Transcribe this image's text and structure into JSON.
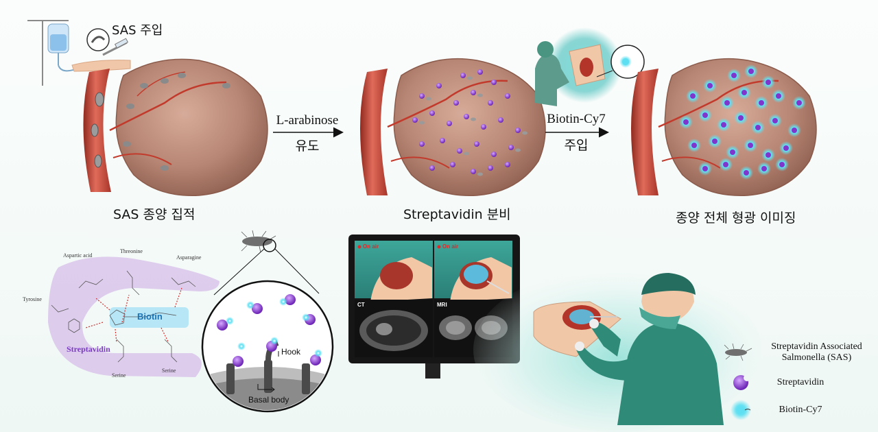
{
  "top": {
    "injection_label": "SAS 주입",
    "stage1_label": "SAS 종양 집적",
    "arrow1_top": "L-arabinose",
    "arrow1_bottom": "유도",
    "stage2_label": "Streptavidin 분비",
    "arrow2_top": "Biotin-Cy7",
    "arrow2_bottom": "주입",
    "stage3_label": "종양 전체 형광 이미징"
  },
  "chemistry": {
    "aspartic_acid": "Aspartic acid",
    "threonine": "Threonine",
    "asparagine": "Asparagine",
    "tyrosine": "Tyrosine",
    "biotin": "Biotin",
    "streptavidin": "Streptavidin",
    "serine_left": "Serine",
    "serine_right": "Serine"
  },
  "bacteria_zoom": {
    "hook": "Hook",
    "basal_body": "Basal body"
  },
  "monitor": {
    "on_air_left": "On air",
    "on_air_right": "On air",
    "ct": "CT",
    "mri": "MRI"
  },
  "legend": {
    "sas_line1": "Streptavidin Associated",
    "sas_line2": "Salmonella (SAS)",
    "streptavidin": "Streptavidin",
    "biotin_cy7": "Biotin-Cy7"
  },
  "colors": {
    "tumor": "#b98a78",
    "vessel": "#c94a3c",
    "streptavidin_purple": "#8d3fd6",
    "biotin_cyan": "#3fd4ea",
    "chem_purple_band": "#d9c4ea",
    "biotin_box": "#b7e6f6",
    "surgeon_green": "#2f8a78"
  }
}
